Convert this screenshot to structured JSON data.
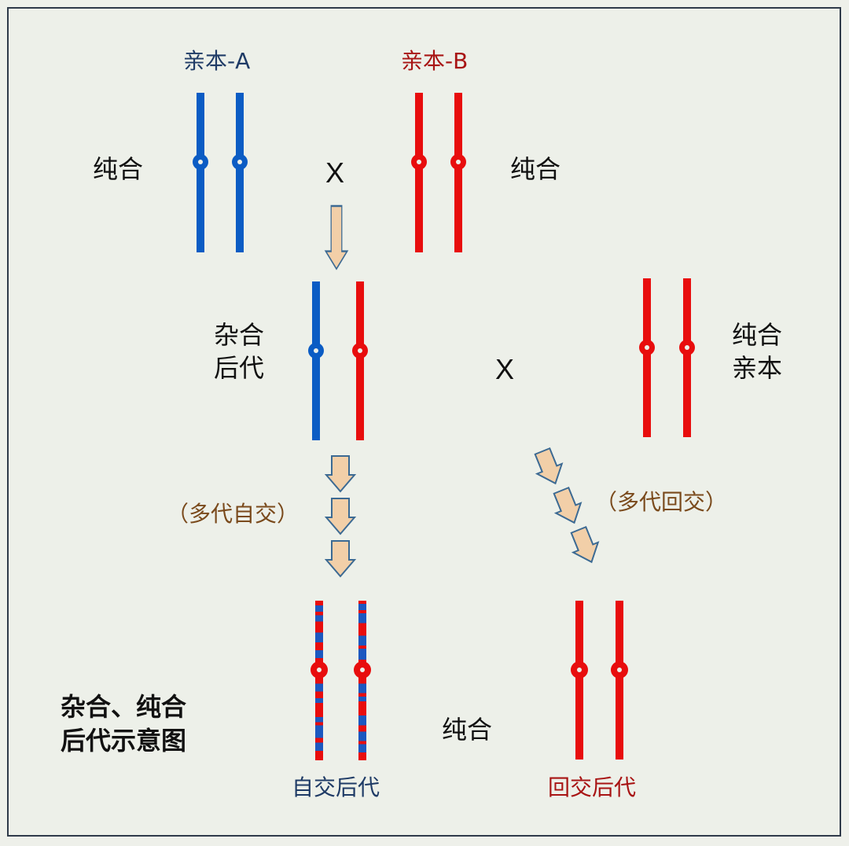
{
  "title": {
    "line1": "杂合、纯合",
    "line2": "后代示意图"
  },
  "colors": {
    "parent_a": "#0b5cc4",
    "parent_b": "#e80d0d",
    "arrow_fill": "#f2cfa8",
    "arrow_stroke": "#3c6a93",
    "background": "#edf0e9"
  },
  "parents": {
    "a": {
      "label": "亲本-A",
      "side_label": "纯合",
      "color": "blue"
    },
    "b": {
      "label": "亲本-B",
      "side_label": "纯合",
      "color": "red"
    },
    "cross_symbol": "X"
  },
  "hybrid": {
    "label_line1": "杂合",
    "label_line2": "后代",
    "chromosomes": [
      "blue",
      "red"
    ]
  },
  "pure_parent": {
    "label_line1": "纯合",
    "label_line2": "亲本",
    "cross_symbol": "X"
  },
  "processes": {
    "selfing": "（多代自交）",
    "backcross": "（多代回交）"
  },
  "offspring": {
    "selfing": {
      "label": "自交后代",
      "note": "纯合",
      "pattern": "red-blue mosaic"
    },
    "backcross": {
      "label": "回交后代",
      "pattern": "red"
    }
  }
}
